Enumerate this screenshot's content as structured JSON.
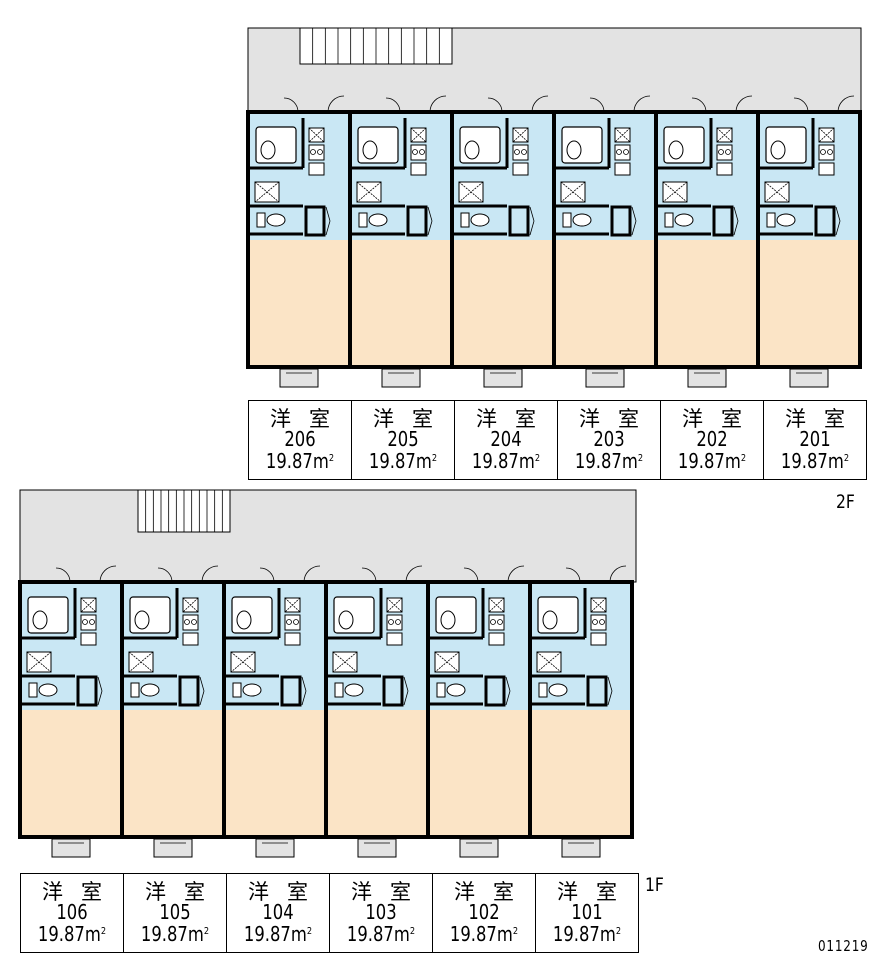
{
  "floors": [
    {
      "floor_label": "2F",
      "units": [
        {
          "type": "洋室",
          "number": "206",
          "area": "19.87",
          "unit": "m",
          "sup": "2"
        },
        {
          "type": "洋室",
          "number": "205",
          "area": "19.87",
          "unit": "m",
          "sup": "2"
        },
        {
          "type": "洋室",
          "number": "204",
          "area": "19.87",
          "unit": "m",
          "sup": "2"
        },
        {
          "type": "洋室",
          "number": "203",
          "area": "19.87",
          "unit": "m",
          "sup": "2"
        },
        {
          "type": "洋室",
          "number": "202",
          "area": "19.87",
          "unit": "m",
          "sup": "2"
        },
        {
          "type": "洋室",
          "number": "201",
          "area": "19.87",
          "unit": "m",
          "sup": "2"
        }
      ]
    },
    {
      "floor_label": "1F",
      "units": [
        {
          "type": "洋室",
          "number": "106",
          "area": "19.87",
          "unit": "m",
          "sup": "2"
        },
        {
          "type": "洋室",
          "number": "105",
          "area": "19.87",
          "unit": "m",
          "sup": "2"
        },
        {
          "type": "洋室",
          "number": "104",
          "area": "19.87",
          "unit": "m",
          "sup": "2"
        },
        {
          "type": "洋室",
          "number": "103",
          "area": "19.87",
          "unit": "m",
          "sup": "2"
        },
        {
          "type": "洋室",
          "number": "102",
          "area": "19.87",
          "unit": "m",
          "sup": "2"
        },
        {
          "type": "洋室",
          "number": "101",
          "area": "19.87",
          "unit": "m",
          "sup": "2"
        }
      ]
    }
  ],
  "plan_code": "011219",
  "colors": {
    "corridor": "#e3e3e3",
    "wet_area": "#c9e7f4",
    "room": "#fbe4c6",
    "wall": "#000000",
    "balcony": "#e3e3e3"
  }
}
